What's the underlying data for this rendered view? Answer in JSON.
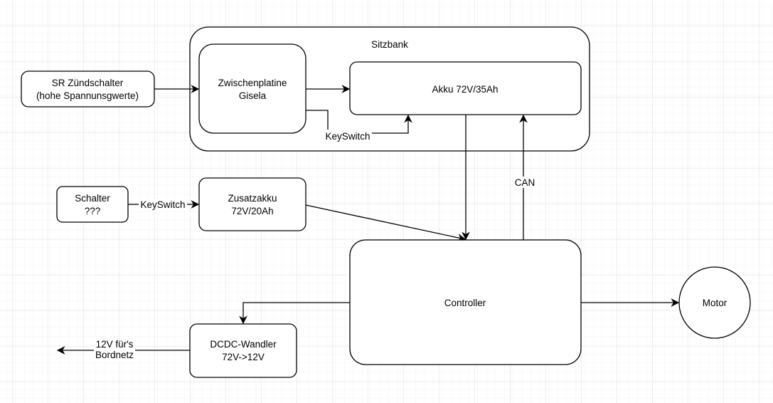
{
  "diagram": {
    "nodes": {
      "sitzbank": {
        "label": "Sitzbank"
      },
      "zwischenplatine": {
        "line1": "Zwischenplatine",
        "line2": "Gisela"
      },
      "akku": {
        "label": "Akku 72V/35Ah"
      },
      "sr_zuendschalter": {
        "line1": "SR Zündschalter",
        "line2": "(hohe Spannunsgwerte)"
      },
      "schalter": {
        "line1": "Schalter",
        "line2": "???"
      },
      "zusatzakku": {
        "line1": "Zusatzakku",
        "line2": "72V/20Ah"
      },
      "controller": {
        "label": "Controller"
      },
      "motor": {
        "label": "Motor"
      },
      "dcdc": {
        "line1": "DCDC-Wandler",
        "line2": "72V->12V"
      }
    },
    "edges": {
      "keyswitch_sitzbank": "KeySwitch",
      "keyswitch_schalter": "KeySwitch",
      "can": "CAN",
      "bordnetz_line1": "12V für's",
      "bordnetz_line2": "Bordnetz"
    }
  }
}
